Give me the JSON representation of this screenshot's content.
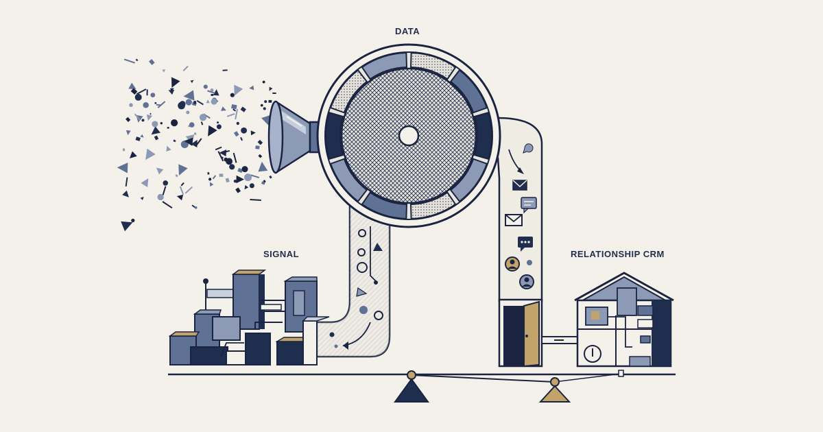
{
  "labels": {
    "data": "DATA",
    "signal": "SIGNAL",
    "relationship_crm": "RELATIONSHIP CRM"
  },
  "colors": {
    "background": "#f4f1ea",
    "navy": "#1f2d4f",
    "slate": "#5f7194",
    "light_slate": "#8c9ab5",
    "gold": "#c2a36a",
    "outline": "#1a2440"
  },
  "icons": [
    "scatter-fragments",
    "funnel-icon",
    "filter-wheel-icon",
    "city-buildings-icon",
    "envelope-icon",
    "chat-bubble-icon",
    "person-avatar-icon",
    "door-icon",
    "house-icon",
    "balance-scale-icon"
  ]
}
